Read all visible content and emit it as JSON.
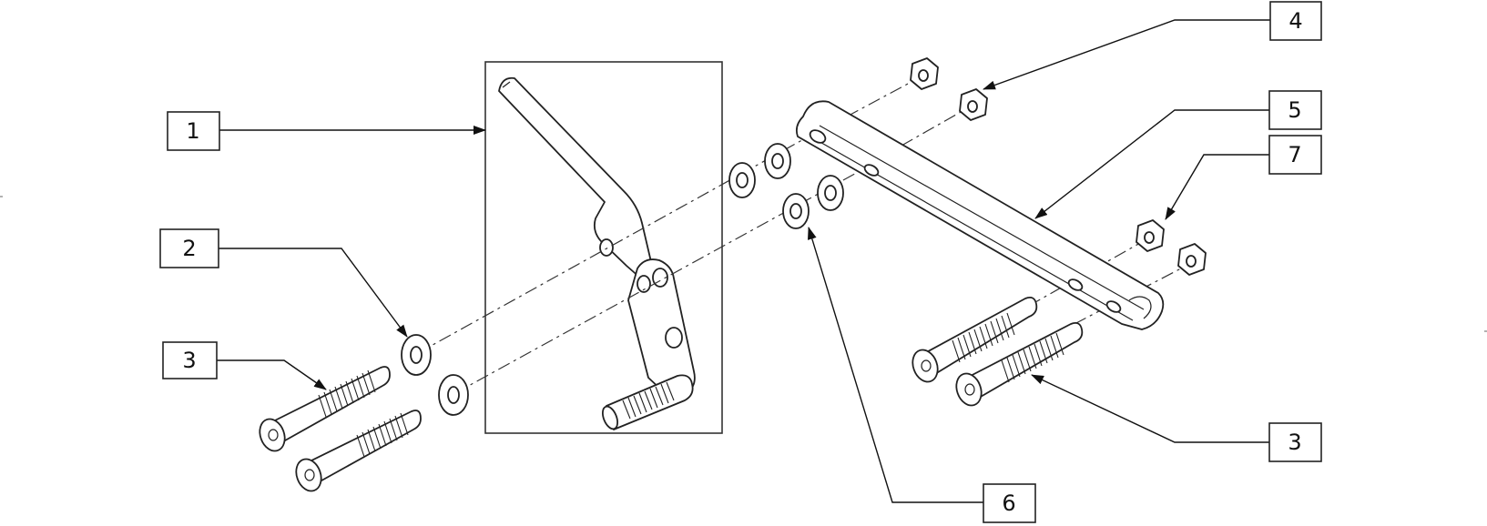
{
  "diagram": {
    "callouts": [
      {
        "id": "c1",
        "label": "1"
      },
      {
        "id": "c2",
        "label": "2"
      },
      {
        "id": "c3a",
        "label": "3"
      },
      {
        "id": "c3b",
        "label": "3"
      },
      {
        "id": "c4",
        "label": "4"
      },
      {
        "id": "c5",
        "label": "5"
      },
      {
        "id": "c6",
        "label": "6"
      },
      {
        "id": "c7",
        "label": "7"
      }
    ]
  }
}
